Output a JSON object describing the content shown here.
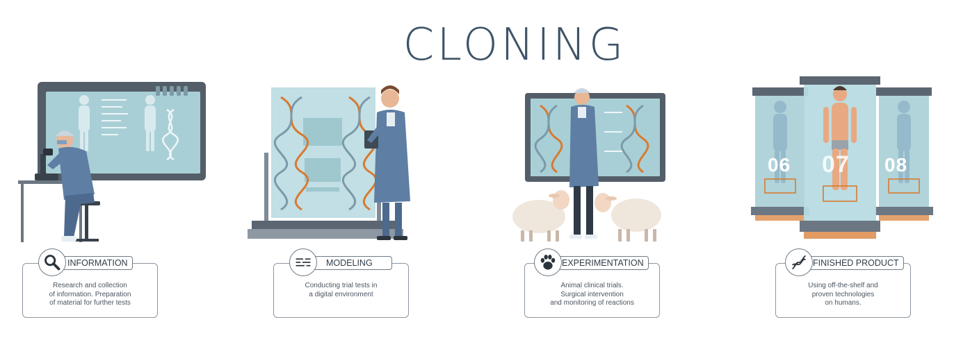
{
  "title": "CLONING",
  "steps": [
    {
      "label": "INFORMATION",
      "description": "Research and collection\nof information. Preparation\nof material for further tests",
      "icon": "magnifier-icon"
    },
    {
      "label": "MODELING",
      "description": "Conducting trial tests in\na digital environment",
      "icon": "text-lines-icon"
    },
    {
      "label": "EXPERIMENTATION",
      "description": "Animal clinical trials.\nSurgical intervention\nand monitoring of reactions",
      "icon": "paw-icon"
    },
    {
      "label": "FINISHED PRODUCT",
      "description": "Using off-the-shelf and\nproven technologies\non humans.",
      "icon": "dna-icon"
    }
  ],
  "capsule_numbers": [
    "06",
    "07",
    "08"
  ],
  "colors": {
    "title": "#3e5368",
    "screen": "#a9cfd6",
    "frame": "#4f5a66",
    "coat": "#5e7ea4",
    "dna_orange": "#d77a2f"
  }
}
